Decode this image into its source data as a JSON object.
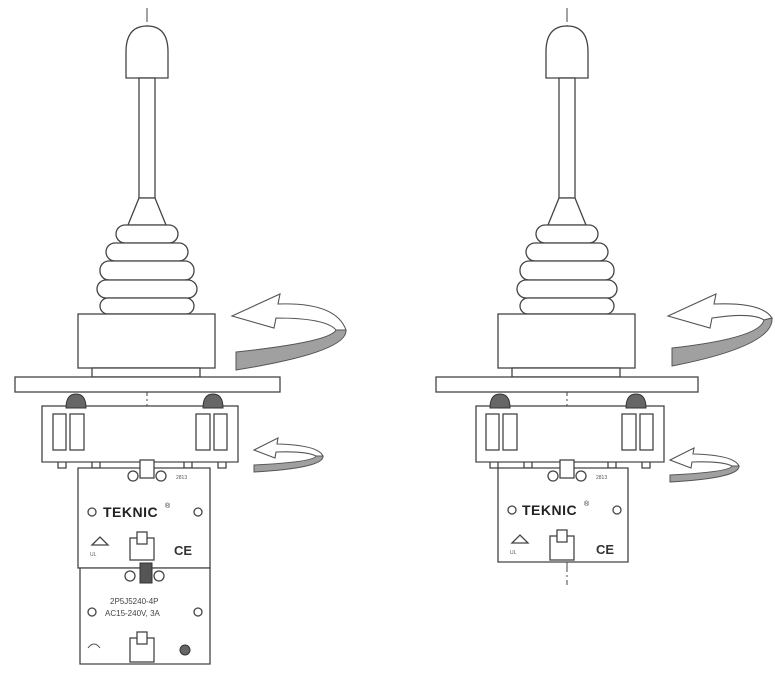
{
  "left_assembly": {
    "brand": "TEKNIC",
    "ce_mark": "CE",
    "block_code": "2813",
    "contact_spec_line1": "2P5J5240-4P",
    "contact_spec_line2": "AC15-240V, 3A"
  },
  "right_assembly": {
    "brand": "TEKNIC",
    "ce_mark": "CE",
    "block_code": "2813"
  },
  "icons": {
    "rotation_arrow": "curved-rotation-arrow-icon",
    "registered_mark": "registered-mark-icon",
    "certification_mark": "certification-mark-icon"
  }
}
